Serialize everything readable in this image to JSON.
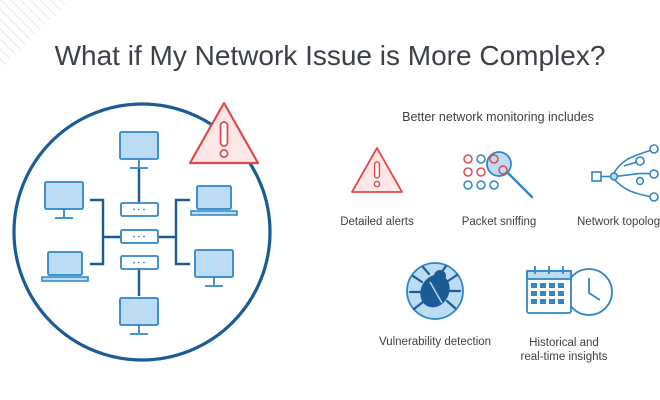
{
  "title": "What if My Network Issue is More Complex?",
  "subtitle": "Better network monitoring includes",
  "features": [
    {
      "label": "Detailed alerts",
      "icon": "alert-triangle-icon"
    },
    {
      "label": "Packet sniffing",
      "icon": "magnifier-packets-icon"
    },
    {
      "label": "Network topologi",
      "icon": "topology-tree-icon"
    },
    {
      "label": "Vulnerability detection",
      "icon": "bug-icon"
    },
    {
      "label": "Historical and",
      "label2": "real-time insights",
      "icon": "calendar-clock-icon"
    }
  ],
  "diagram": {
    "icons": [
      "warning-triangle-icon",
      "monitor-icon",
      "laptop-icon",
      "server-icon"
    ]
  },
  "colors": {
    "outline": "#1b5b96",
    "device_fill": "#bcdcf3",
    "device_stroke": "#2f86c8",
    "alert": "#e04a4a",
    "alert_fill": "#fde7e7",
    "text": "#3c4148",
    "stripes": "#e6eef5"
  }
}
